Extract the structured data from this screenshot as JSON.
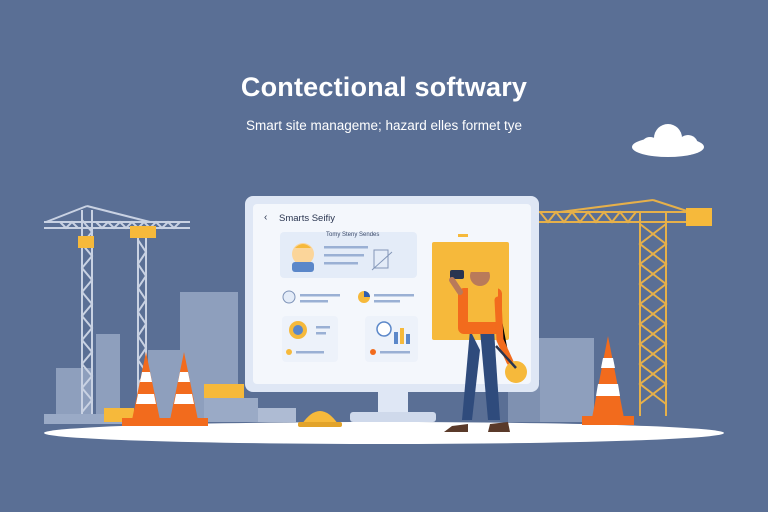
{
  "hero": {
    "headline": "Contectional softwary",
    "subline": "Smart site manageme; hazard elles formet tye"
  },
  "app": {
    "back_glyph": "‹",
    "title": "Smarts Seifiy",
    "card_title": "Tomy Steny Sendes"
  },
  "icons": {
    "crane": "crane-icon",
    "cone": "traffic-cone-icon",
    "hardhat": "hardhat-icon",
    "cloud": "cloud-icon",
    "worker": "worker-icon"
  },
  "colors": {
    "background": "#5a6f95",
    "accent": "#f6b93b",
    "safety_orange": "#f26b1d",
    "screen": "#f4f7fc"
  }
}
